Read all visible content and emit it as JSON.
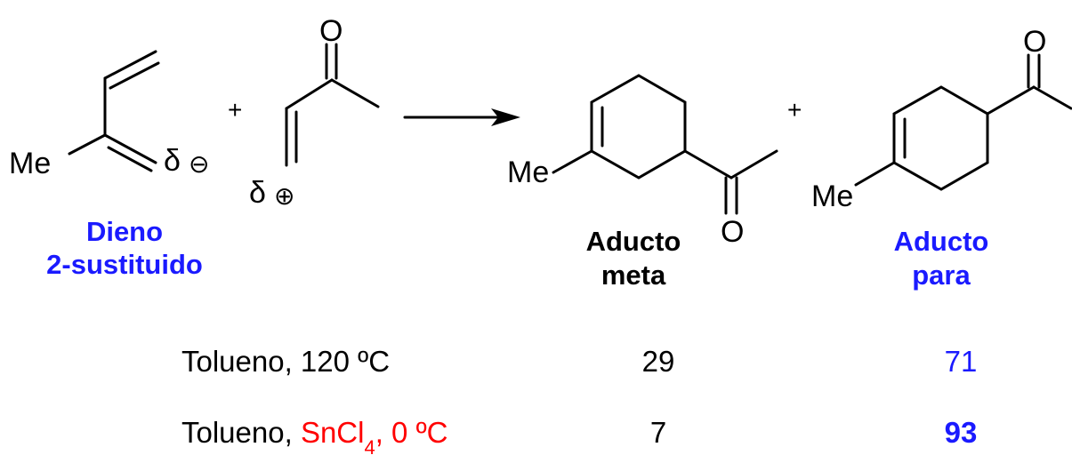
{
  "colors": {
    "accent_blue": "#1a1aff",
    "lewis_acid_red": "#ff0000",
    "text": "#000000"
  },
  "reactants": {
    "diene": {
      "substituent": "Me",
      "partial_charge": "δ",
      "charge_symbol": "⊖",
      "label_line1": "Dieno",
      "label_line2": "2-sustituido"
    },
    "plus": "+",
    "dienophile": {
      "carbonyl_O": "O",
      "partial_charge": "δ",
      "charge_symbol": "⊕"
    }
  },
  "products": {
    "meta": {
      "substituent": "Me",
      "carbonyl_O": "O",
      "label_line1": "Aducto",
      "label_line2": "meta"
    },
    "plus": "+",
    "para": {
      "substituent": "Me",
      "carbonyl_O": "O",
      "label_line1": "Aducto",
      "label_line2": "para"
    }
  },
  "conditions": [
    {
      "solvent": "Tolueno, 120 ºC",
      "lewis_acid": "",
      "lewis_sub": "",
      "temp": "",
      "meta": "29",
      "para": "71",
      "para_bold": false
    },
    {
      "solvent": "Tolueno, ",
      "lewis_acid": "SnCl",
      "lewis_sub": "4",
      "temp": ", 0 ºC",
      "meta": "7",
      "para": "93",
      "para_bold": true
    }
  ]
}
